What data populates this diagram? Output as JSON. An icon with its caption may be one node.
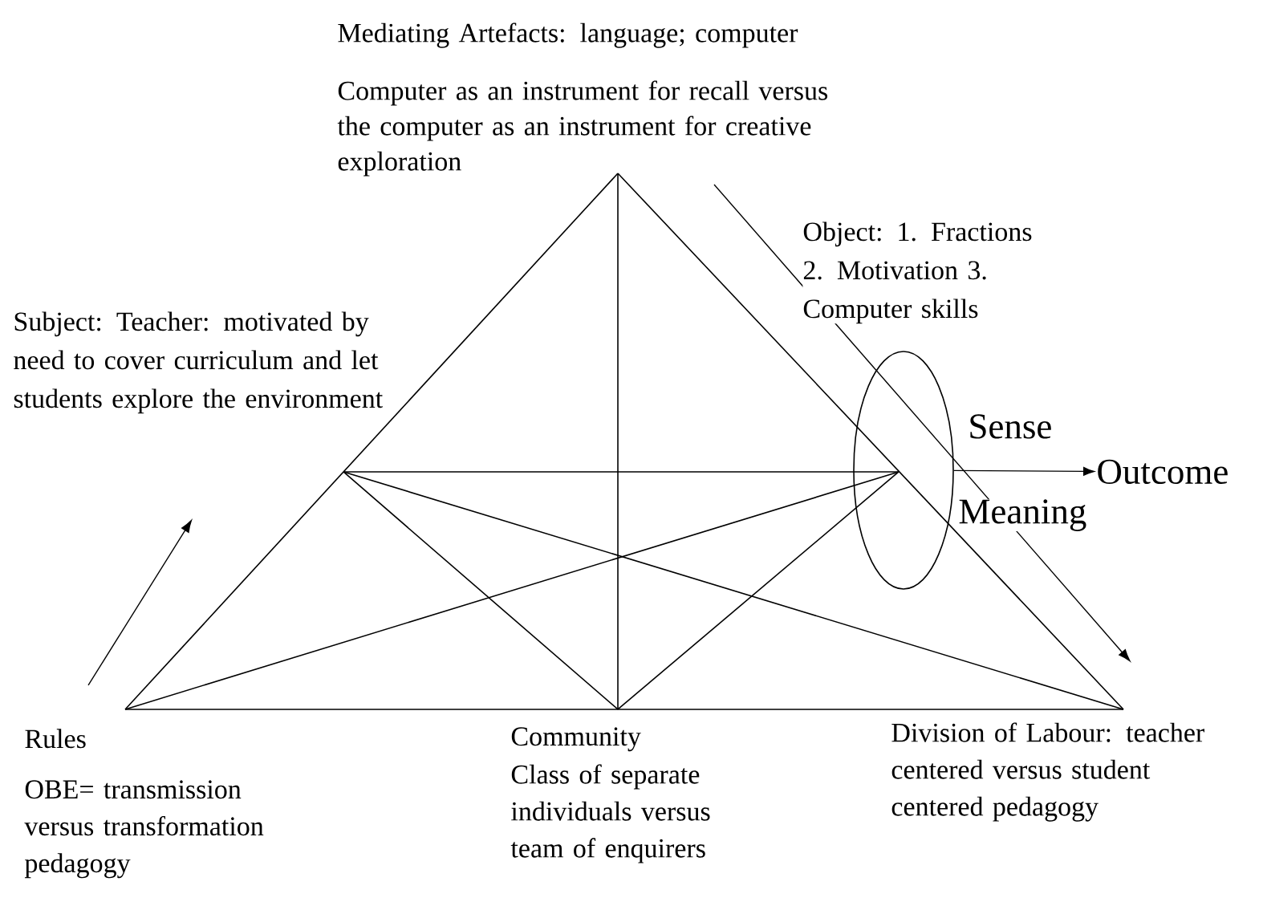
{
  "diagram": {
    "nodes": [
      {
        "text": [],
        "shape": "ellipse"
      },
      {
        "text": [
          "Outcome"
        ]
      }
    ],
    "edges": [
      {
        "from": 0,
        "to": 1,
        "arrow": "to"
      }
    ],
    "labels": [
      "Mediating Artefacts: language; computer",
      "Computer as an instrument for recall versus the computer as an instrument for creative exploration",
      "Object: 1. Fractions 2. Motivation 3. Computer skills",
      "Subject: Teacher: motivated by need to cover curriculum and let students explore the environment",
      "Sense",
      "Meaning",
      "Rules",
      "OBE= transmission versus transformation pedagogy",
      "Community",
      "Class of separate individuals versus team of enquirers",
      "Division of Labour: teacher centered versus student centered pedagogy"
    ]
  }
}
